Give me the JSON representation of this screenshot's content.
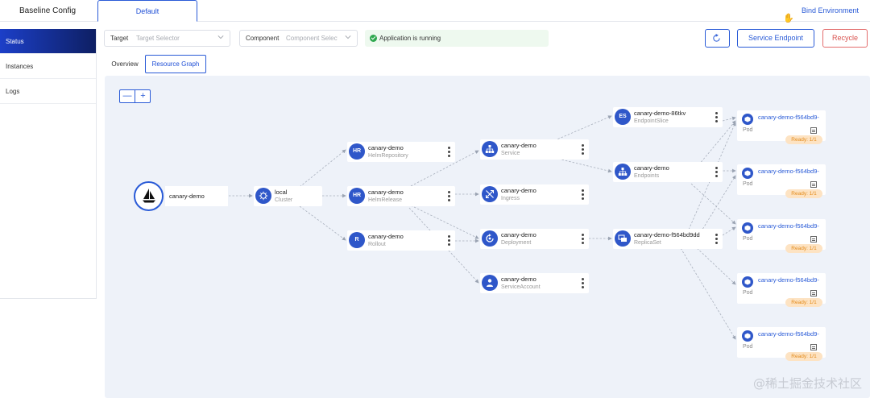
{
  "header": {
    "baseline_tab": "Baseline Config",
    "default_tab": "Default",
    "bind_env": "Bind Environment"
  },
  "sidebar": {
    "items": [
      {
        "label": "Status",
        "active": true
      },
      {
        "label": "Instances",
        "active": false
      },
      {
        "label": "Logs",
        "active": false
      }
    ]
  },
  "filters": {
    "target_label": "Target",
    "target_placeholder": "Target Selector",
    "component_label": "Component",
    "component_placeholder": "Component Selector"
  },
  "status": {
    "text": "Application is running",
    "color": "#2fa84f"
  },
  "actions": {
    "refresh_icon": "refresh-icon",
    "service_endpoint": "Service Endpoint",
    "recycle": "Recycle"
  },
  "subtabs": {
    "overview": "Overview",
    "resource_graph": "Resource Graph"
  },
  "zoom": {
    "out": "—",
    "in": "+"
  },
  "graph": {
    "root": {
      "name": "canary-demo",
      "icon": "sailboat-icon"
    },
    "cluster": {
      "name": "local",
      "kind": "Cluster"
    },
    "level2": [
      {
        "badge": "HR",
        "name": "canary-demo",
        "kind": "HelmRepository"
      },
      {
        "badge": "HR",
        "name": "canary-demo",
        "kind": "HelmRelease"
      },
      {
        "badge": "R",
        "name": "canary-demo",
        "kind": "Rollout"
      }
    ],
    "level3": [
      {
        "name": "canary-demo",
        "kind": "Service",
        "icon": "service-icon"
      },
      {
        "name": "canary-demo",
        "kind": "Ingress",
        "icon": "ingress-icon"
      },
      {
        "name": "canary-demo",
        "kind": "Deployment",
        "icon": "deployment-icon"
      },
      {
        "name": "canary-demo",
        "kind": "ServiceAccount",
        "icon": "serviceaccount-icon"
      }
    ],
    "level4": [
      {
        "badge": "ES",
        "name": "canary-demo-86tkv",
        "kind": "EndpointSlice"
      },
      {
        "name": "canary-demo",
        "kind": "Endpoints",
        "icon": "endpoints-icon"
      },
      {
        "name": "canary-demo-f564bd9dd",
        "kind": "ReplicaSet",
        "icon": "replicaset-icon"
      }
    ],
    "pods": [
      {
        "name": "canary-demo-f564bd9-",
        "kind": "Pod",
        "ready": "Ready: 1/1"
      },
      {
        "name": "canary-demo-f564bd9-",
        "kind": "Pod",
        "ready": "Ready: 1/1"
      },
      {
        "name": "canary-demo-f564bd9-",
        "kind": "Pod",
        "ready": "Ready: 1/1"
      },
      {
        "name": "canary-demo-f564bd9-",
        "kind": "Pod",
        "ready": "Ready: 1/1"
      },
      {
        "name": "canary-demo-f564bd9-",
        "kind": "Pod",
        "ready": "Ready: 1/1"
      }
    ]
  },
  "colors": {
    "accent": "#2a5bd7",
    "node_icon": "#2f57c9",
    "danger": "#d9534f",
    "ready_badge": "#fde3c3"
  },
  "watermark": "@稀土掘金技术社区"
}
